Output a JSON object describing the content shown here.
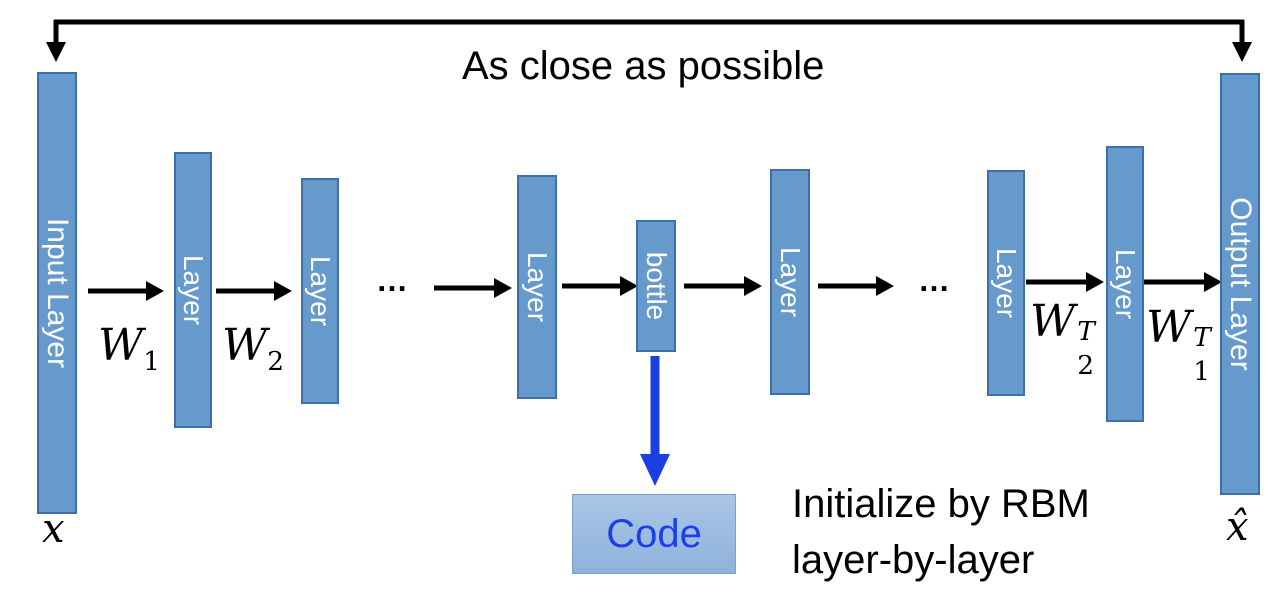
{
  "title": "As close as possible",
  "layers": {
    "input": "Input Layer",
    "hidden": "Layer",
    "bottleneck": "bottle",
    "output": "Output Layer"
  },
  "ellipsis": "…",
  "weights": {
    "w1": {
      "base": "W",
      "sub": "1",
      "sup": ""
    },
    "w2": {
      "base": "W",
      "sub": "2",
      "sup": ""
    },
    "w2t": {
      "base": "W",
      "sub": "2",
      "sup": "T"
    },
    "w1t": {
      "base": "W",
      "sub": "1",
      "sup": "T"
    }
  },
  "input_symbol": "x",
  "output_symbol": "x̂",
  "code_label": "Code",
  "note": {
    "line1": "Initialize by RBM",
    "line2": "layer-by-layer"
  },
  "colors": {
    "layer_fill": "#6699cc",
    "layer_border": "#3f6fa8",
    "code_arrow": "#1a3fe0",
    "code_text": "#1f3fe6"
  }
}
